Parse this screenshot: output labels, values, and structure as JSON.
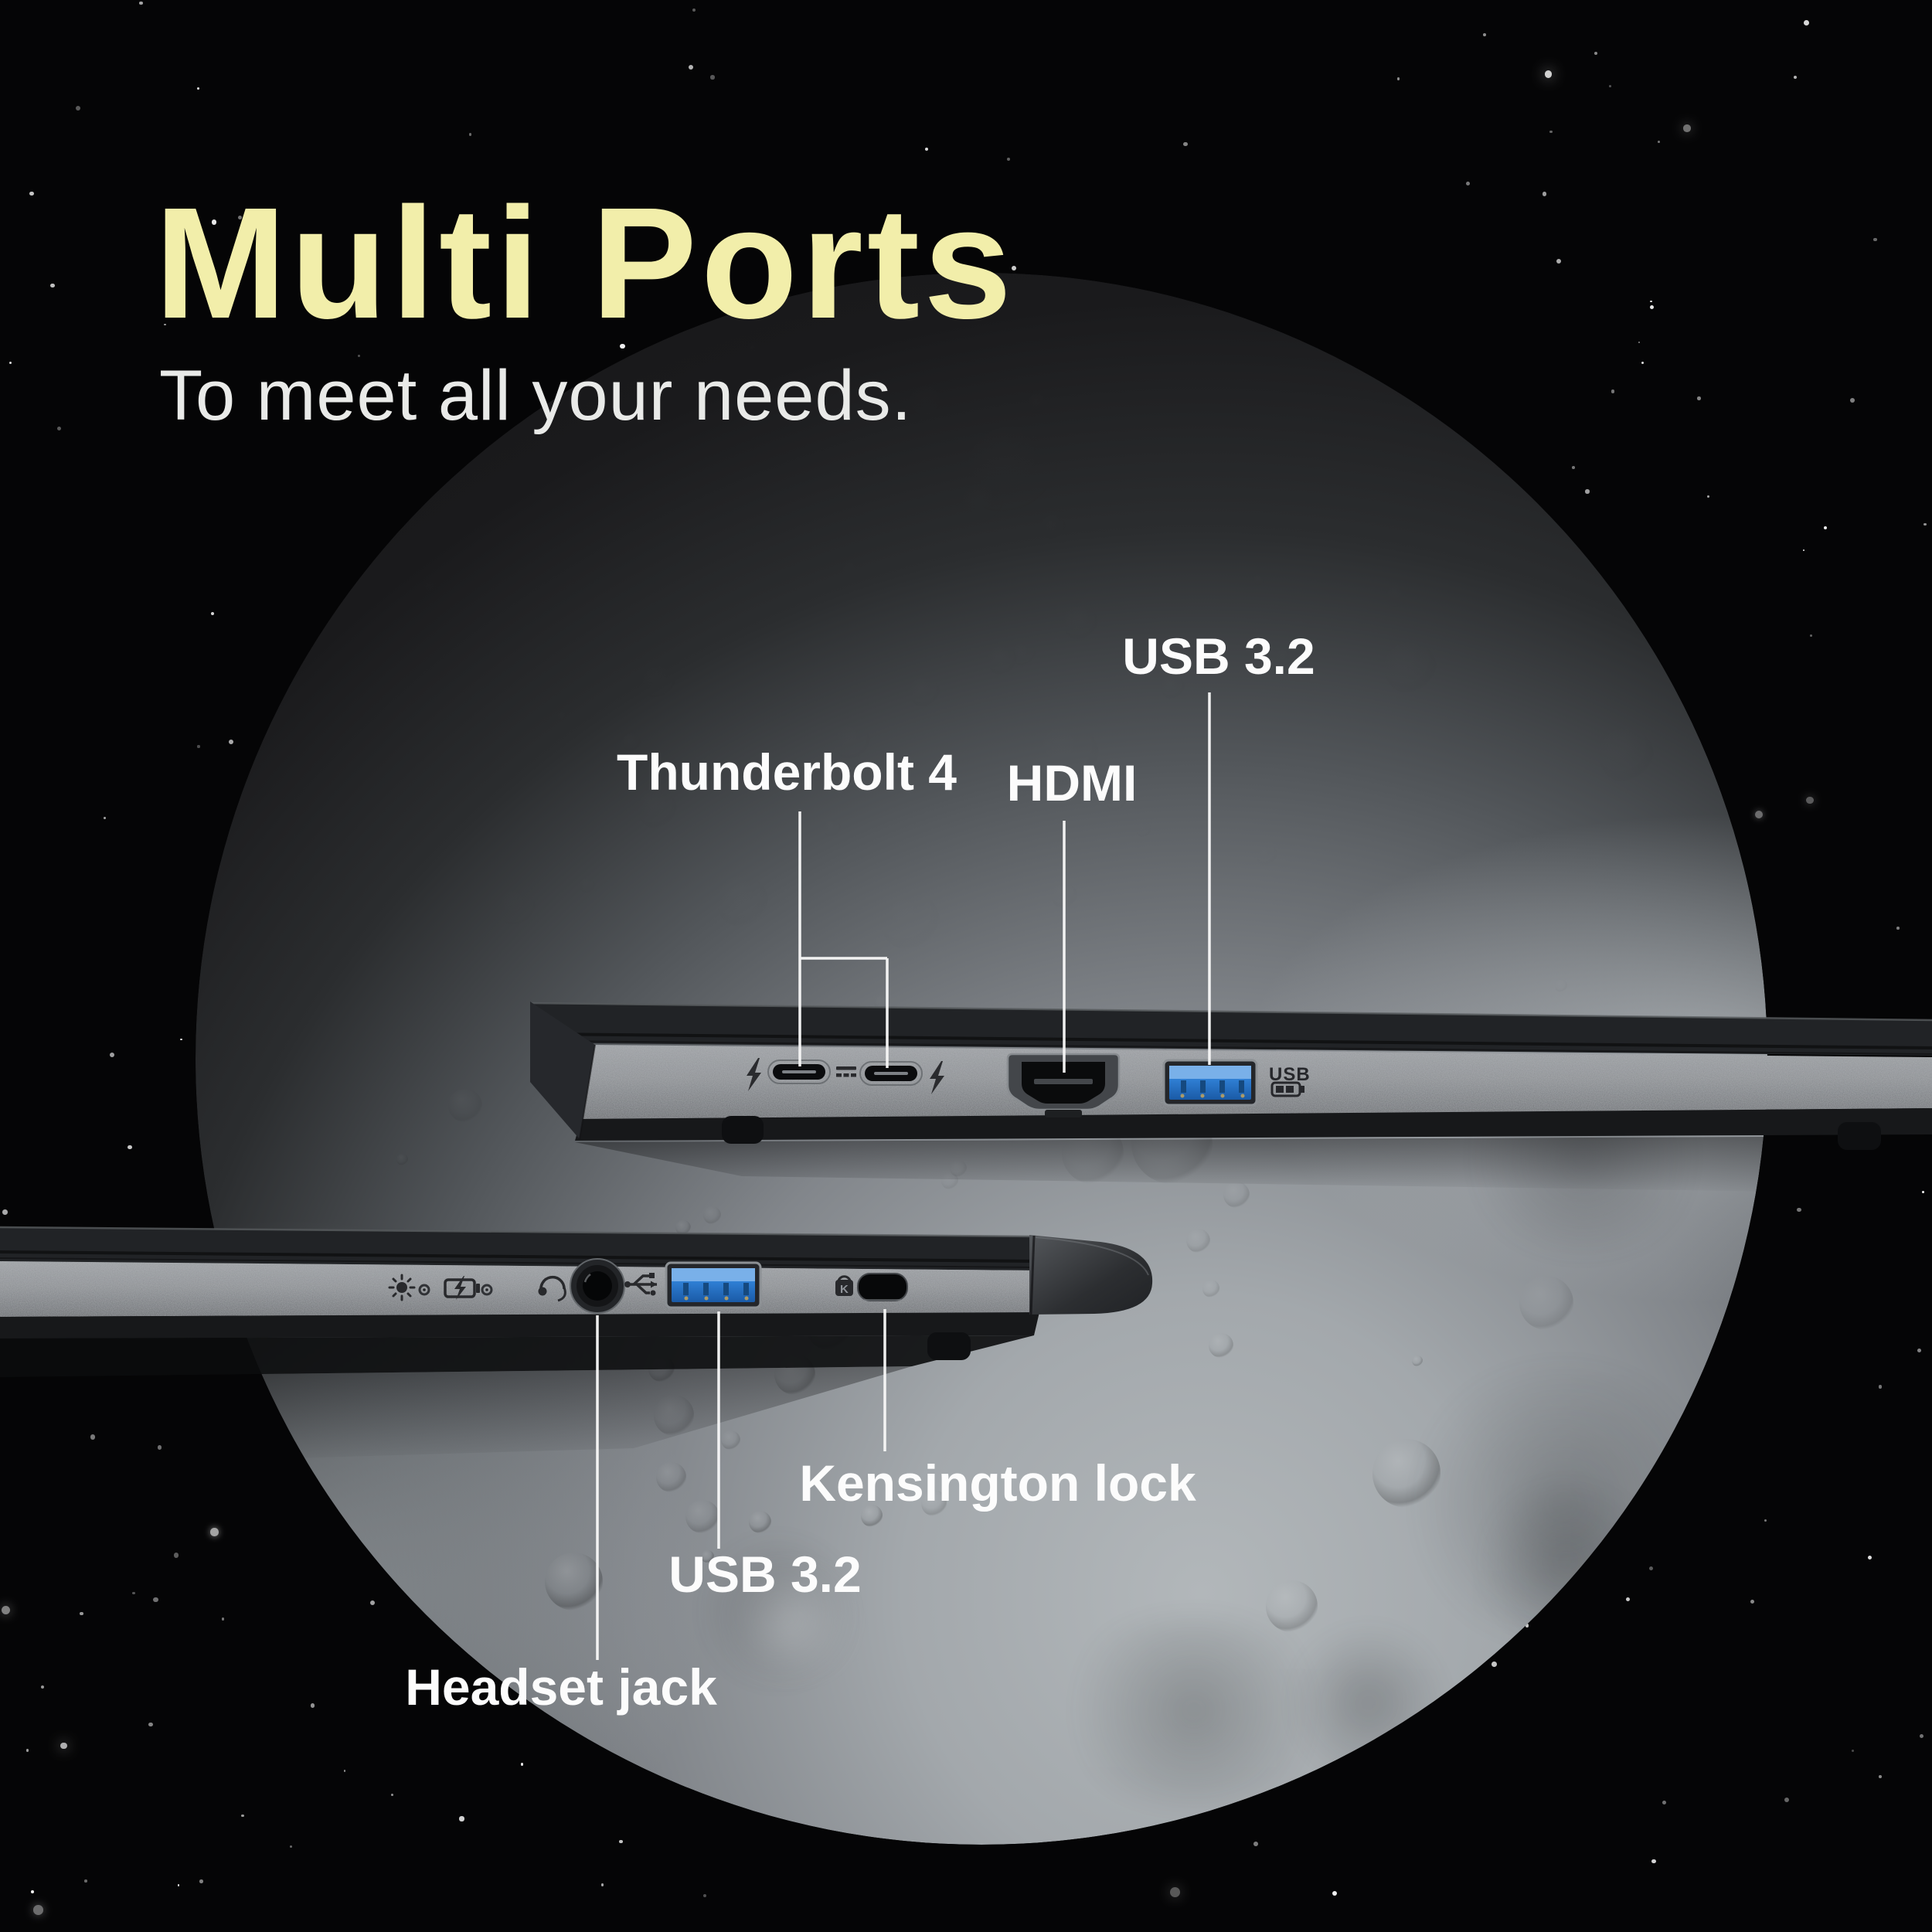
{
  "header": {
    "title": "Multi Ports",
    "subtitle": "To meet all your needs."
  },
  "callouts": {
    "usb32_top": "USB 3.2",
    "thunderbolt4": "Thunderbolt 4",
    "hdmi": "HDMI",
    "kensington": "Kensington lock",
    "usb32_bottom": "USB 3.2",
    "headset": "Headset jack"
  },
  "port_badges": {
    "usb_charging_text": "USB",
    "kensington_icon_letter": "K"
  },
  "icons": {
    "thunderbolt_bolt_left": "lightning-bolt",
    "thunderbolt_bolt_right": "lightning-bolt",
    "dc_in": "dc-power-symbol",
    "power_indicator": "power-led-bulb",
    "battery_indicator": "battery-charging",
    "headset": "headset-with-mic",
    "usb_trident": "usb-trident",
    "kensington_icon": "k-lock",
    "usb_charging_badge": "usb-battery"
  },
  "colors": {
    "background": "#050506",
    "title": "#f2eeaa",
    "subtitle": "#e9eae8",
    "label": "#fcfcfc",
    "leader_line": "#f7f7f7",
    "usb_port_blue": "#2f7fd4",
    "moon_lit": "#aab0b3",
    "laptop_face": "#8f9296"
  }
}
